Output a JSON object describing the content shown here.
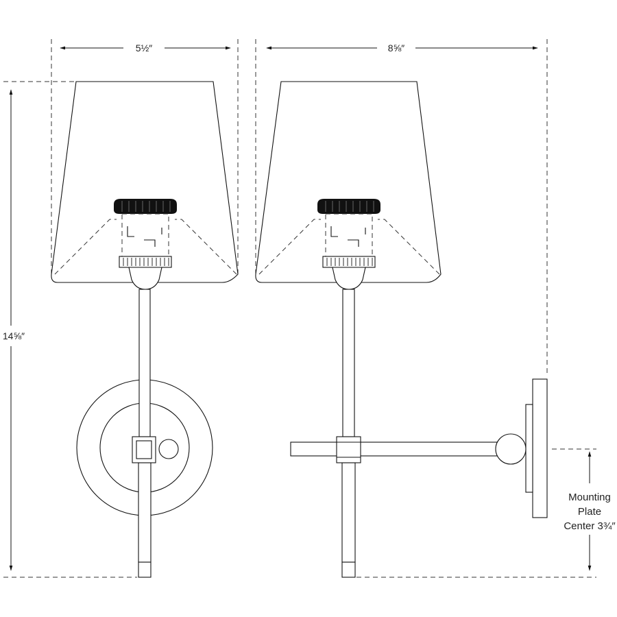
{
  "dimensions": {
    "front_width": "5½″",
    "side_depth": "8⅝″",
    "height": "14⅝″"
  },
  "mounting_note": {
    "line1": "Mounting",
    "line2": "Plate",
    "line3": "Center 3¾″"
  }
}
